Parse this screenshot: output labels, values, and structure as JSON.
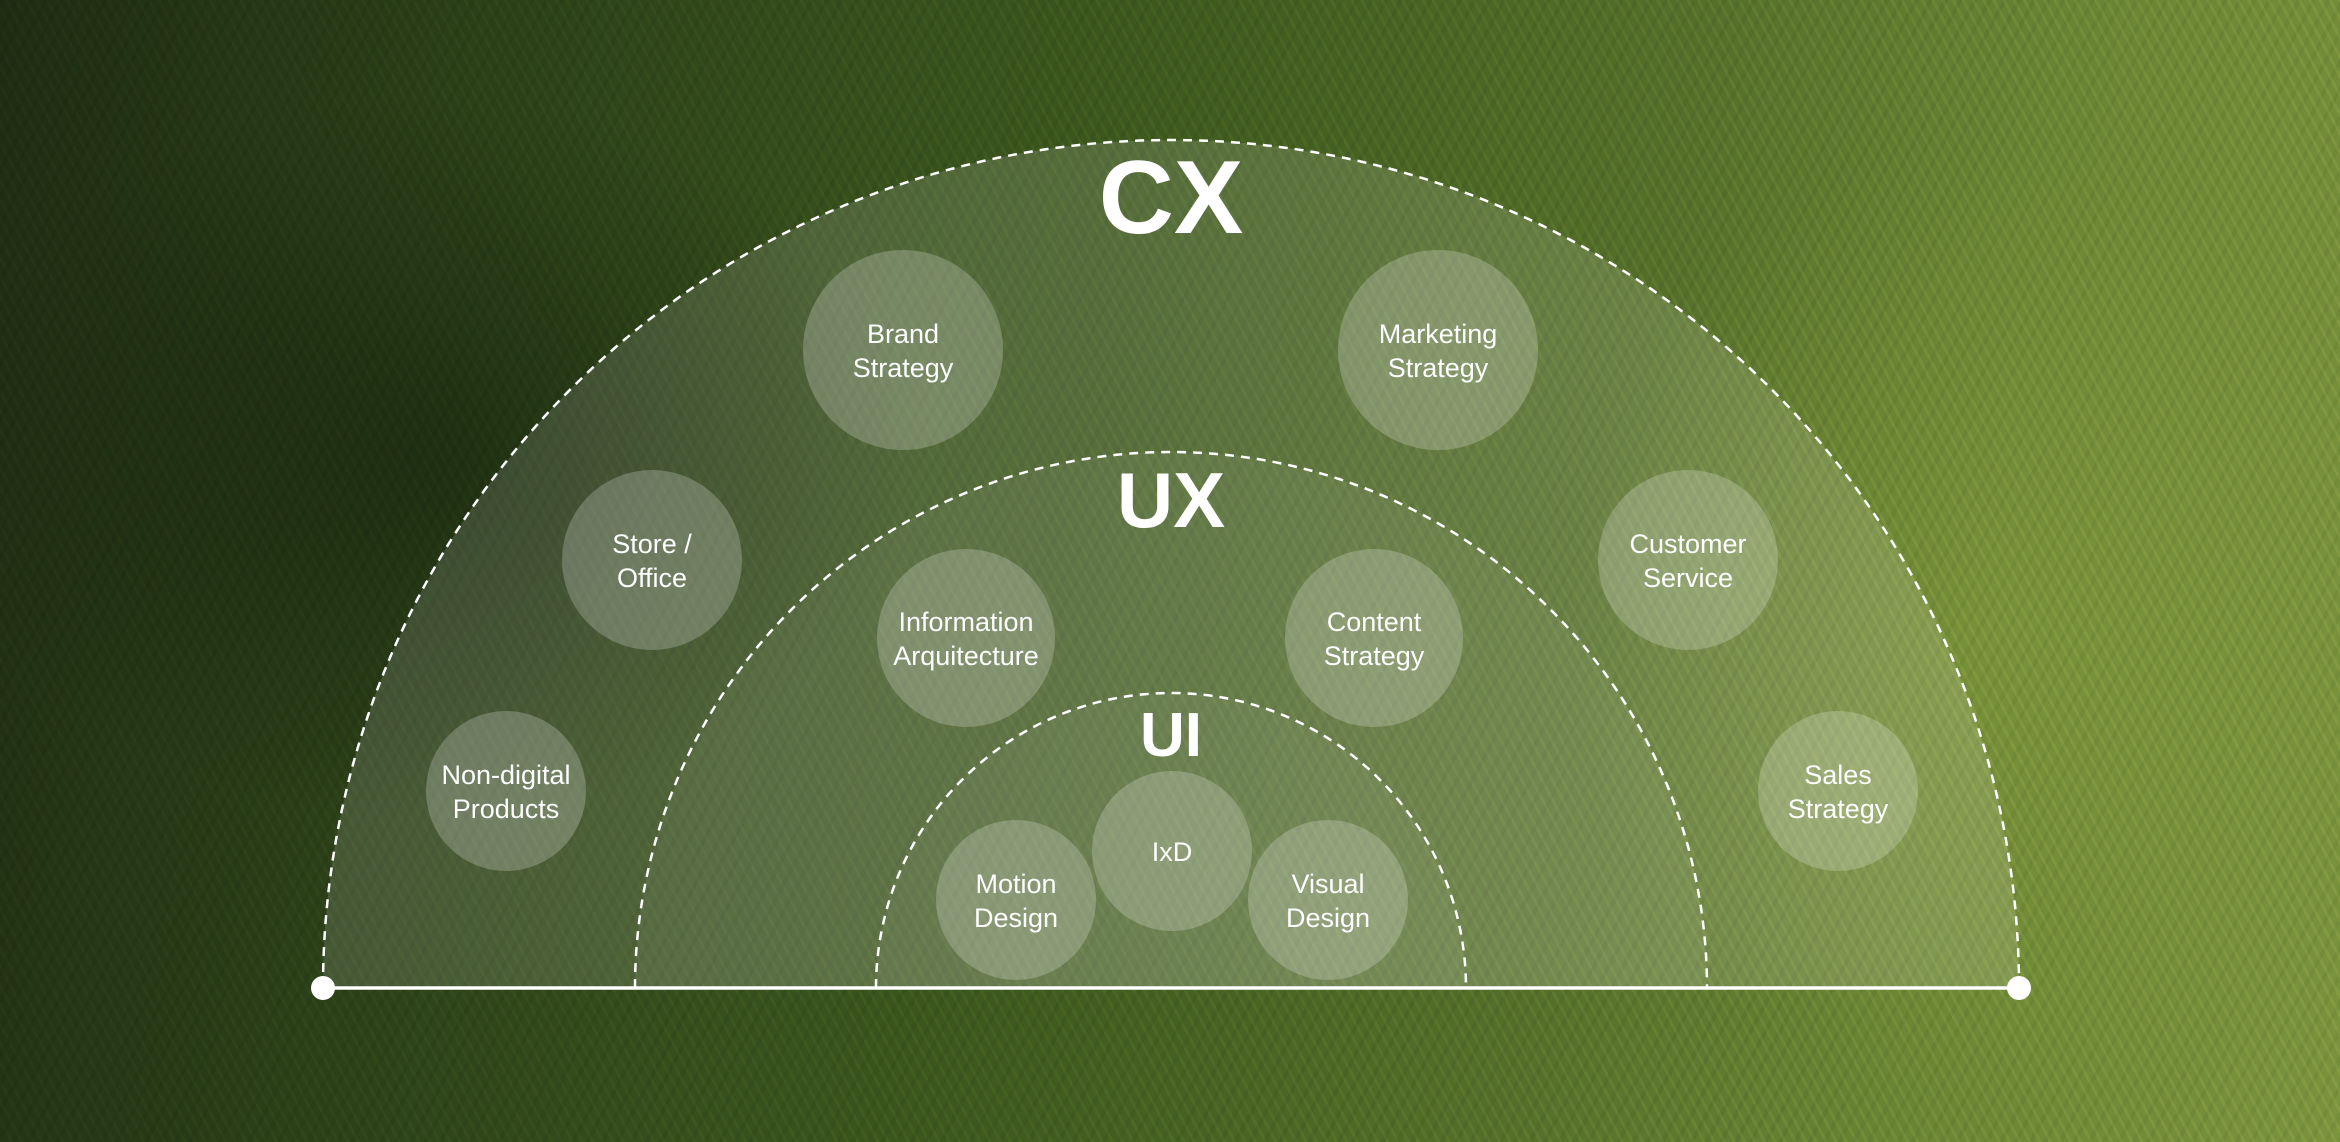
{
  "diagram": {
    "layers": [
      {
        "label": "CX"
      },
      {
        "label": "UX"
      },
      {
        "label": "UI"
      }
    ],
    "nodes": [
      {
        "lines": [
          "Brand",
          "Strategy"
        ]
      },
      {
        "lines": [
          "Marketing",
          "Strategy"
        ]
      },
      {
        "lines": [
          "Store /",
          "Office"
        ]
      },
      {
        "lines": [
          "Customer",
          "Service"
        ]
      },
      {
        "lines": [
          "Non-digital",
          "Products"
        ]
      },
      {
        "lines": [
          "Sales",
          "Strategy"
        ]
      },
      {
        "lines": [
          "Information",
          "Arquitecture"
        ]
      },
      {
        "lines": [
          "Content",
          "Strategy"
        ]
      },
      {
        "lines": [
          "Motion",
          "Design"
        ]
      },
      {
        "lines": [
          "IxD"
        ]
      },
      {
        "lines": [
          "Visual",
          "Design"
        ]
      }
    ],
    "colors": {
      "line": "#ffffff",
      "circle_fill": "rgba(255,255,255,0.22)",
      "text": "#ffffff"
    }
  }
}
